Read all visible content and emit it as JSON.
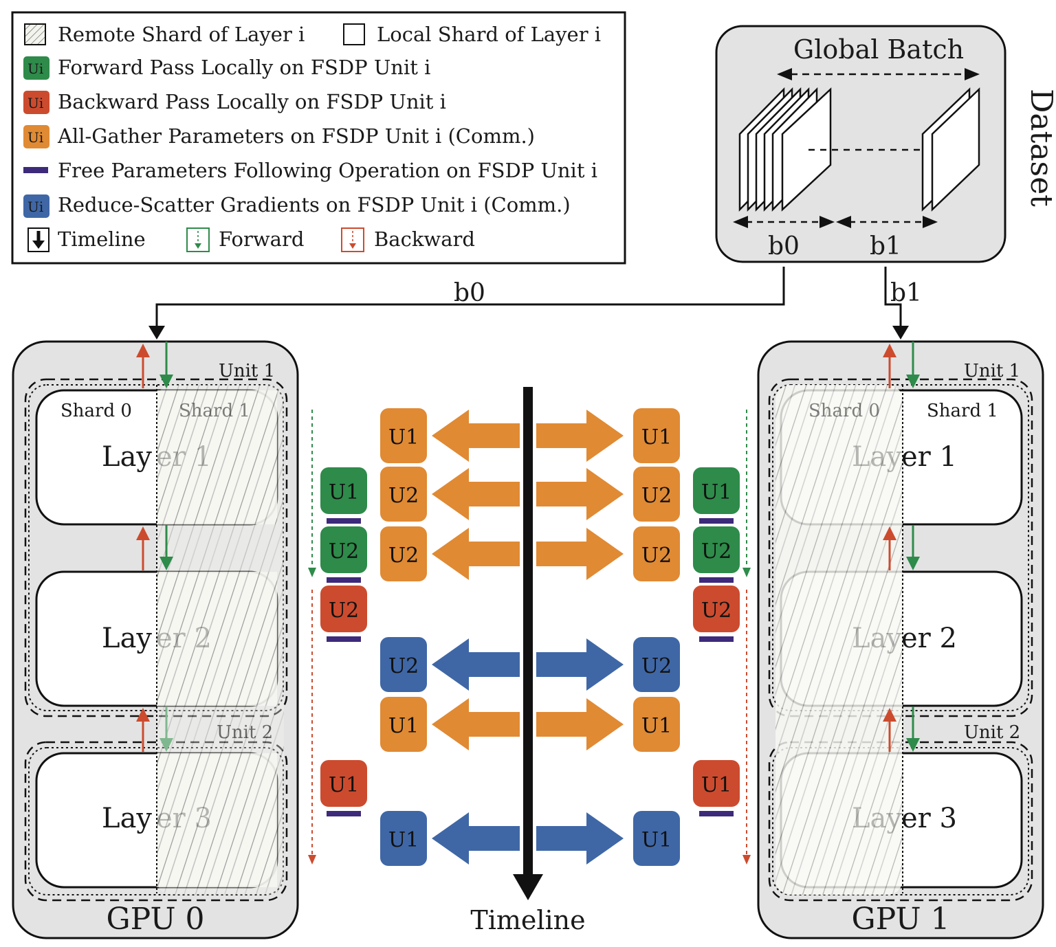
{
  "legend": {
    "remote_shard": "Remote Shard of Layer i",
    "local_shard": "Local Shard of Layer i",
    "forward_local": "Forward Pass Locally on FSDP Unit i",
    "backward_local": "Backward Pass Locally on FSDP Unit i",
    "all_gather": "All-Gather Parameters on FSDP Unit i (Comm.)",
    "free_params": "Free Parameters Following Operation on FSDP Unit i",
    "reduce_scatter": "Reduce-Scatter Gradients on FSDP Unit i (Comm.)",
    "timeline": "Timeline",
    "forward": "Forward",
    "backward": "Backward",
    "unit_symbol": "Ui"
  },
  "dataset": {
    "title": "Dataset",
    "global_batch": "Global Batch",
    "b0": "b0",
    "b1": "b1"
  },
  "gpus": [
    {
      "label": "GPU 0",
      "unit1": "Unit 1",
      "unit2": "Unit 2",
      "shard0": "Shard 0",
      "shard1": "Shard 1",
      "layer_prefix": "Lay",
      "layer1_suffix": "er 1",
      "layer2_suffix": "er 2",
      "layer3_suffix": "er 3",
      "input": "b0"
    },
    {
      "label": "GPU 1",
      "unit1": "Unit 1",
      "unit2": "Unit 2",
      "shard0": "Shard 0",
      "shard1": "Shard 1",
      "layer_prefix": "Lay",
      "layer1_suffix": "er 1",
      "layer2_suffix": "er 2",
      "layer3_suffix": "er 3",
      "input": "b1"
    }
  ],
  "timeline_label": "Timeline",
  "comm_ops": [
    {
      "label": "U1",
      "type": "all-gather"
    },
    {
      "label": "U2",
      "type": "all-gather"
    },
    {
      "label": "U2",
      "type": "all-gather"
    },
    {
      "label": "U2",
      "type": "reduce-scatter"
    },
    {
      "label": "U1",
      "type": "all-gather"
    },
    {
      "label": "U1",
      "type": "reduce-scatter"
    }
  ],
  "local_ops": [
    {
      "label": "U1",
      "type": "forward"
    },
    {
      "label": "U2",
      "type": "forward"
    },
    {
      "label": "U2",
      "type": "backward"
    },
    {
      "label": "U1",
      "type": "backward"
    }
  ],
  "colors": {
    "forward": "#2e8b4a",
    "backward": "#cc4b2e",
    "all_gather": "#e08a34",
    "reduce_scatter": "#3f67a6",
    "free": "#3d2a7a",
    "gpu_bg": "#e3e3e3"
  }
}
